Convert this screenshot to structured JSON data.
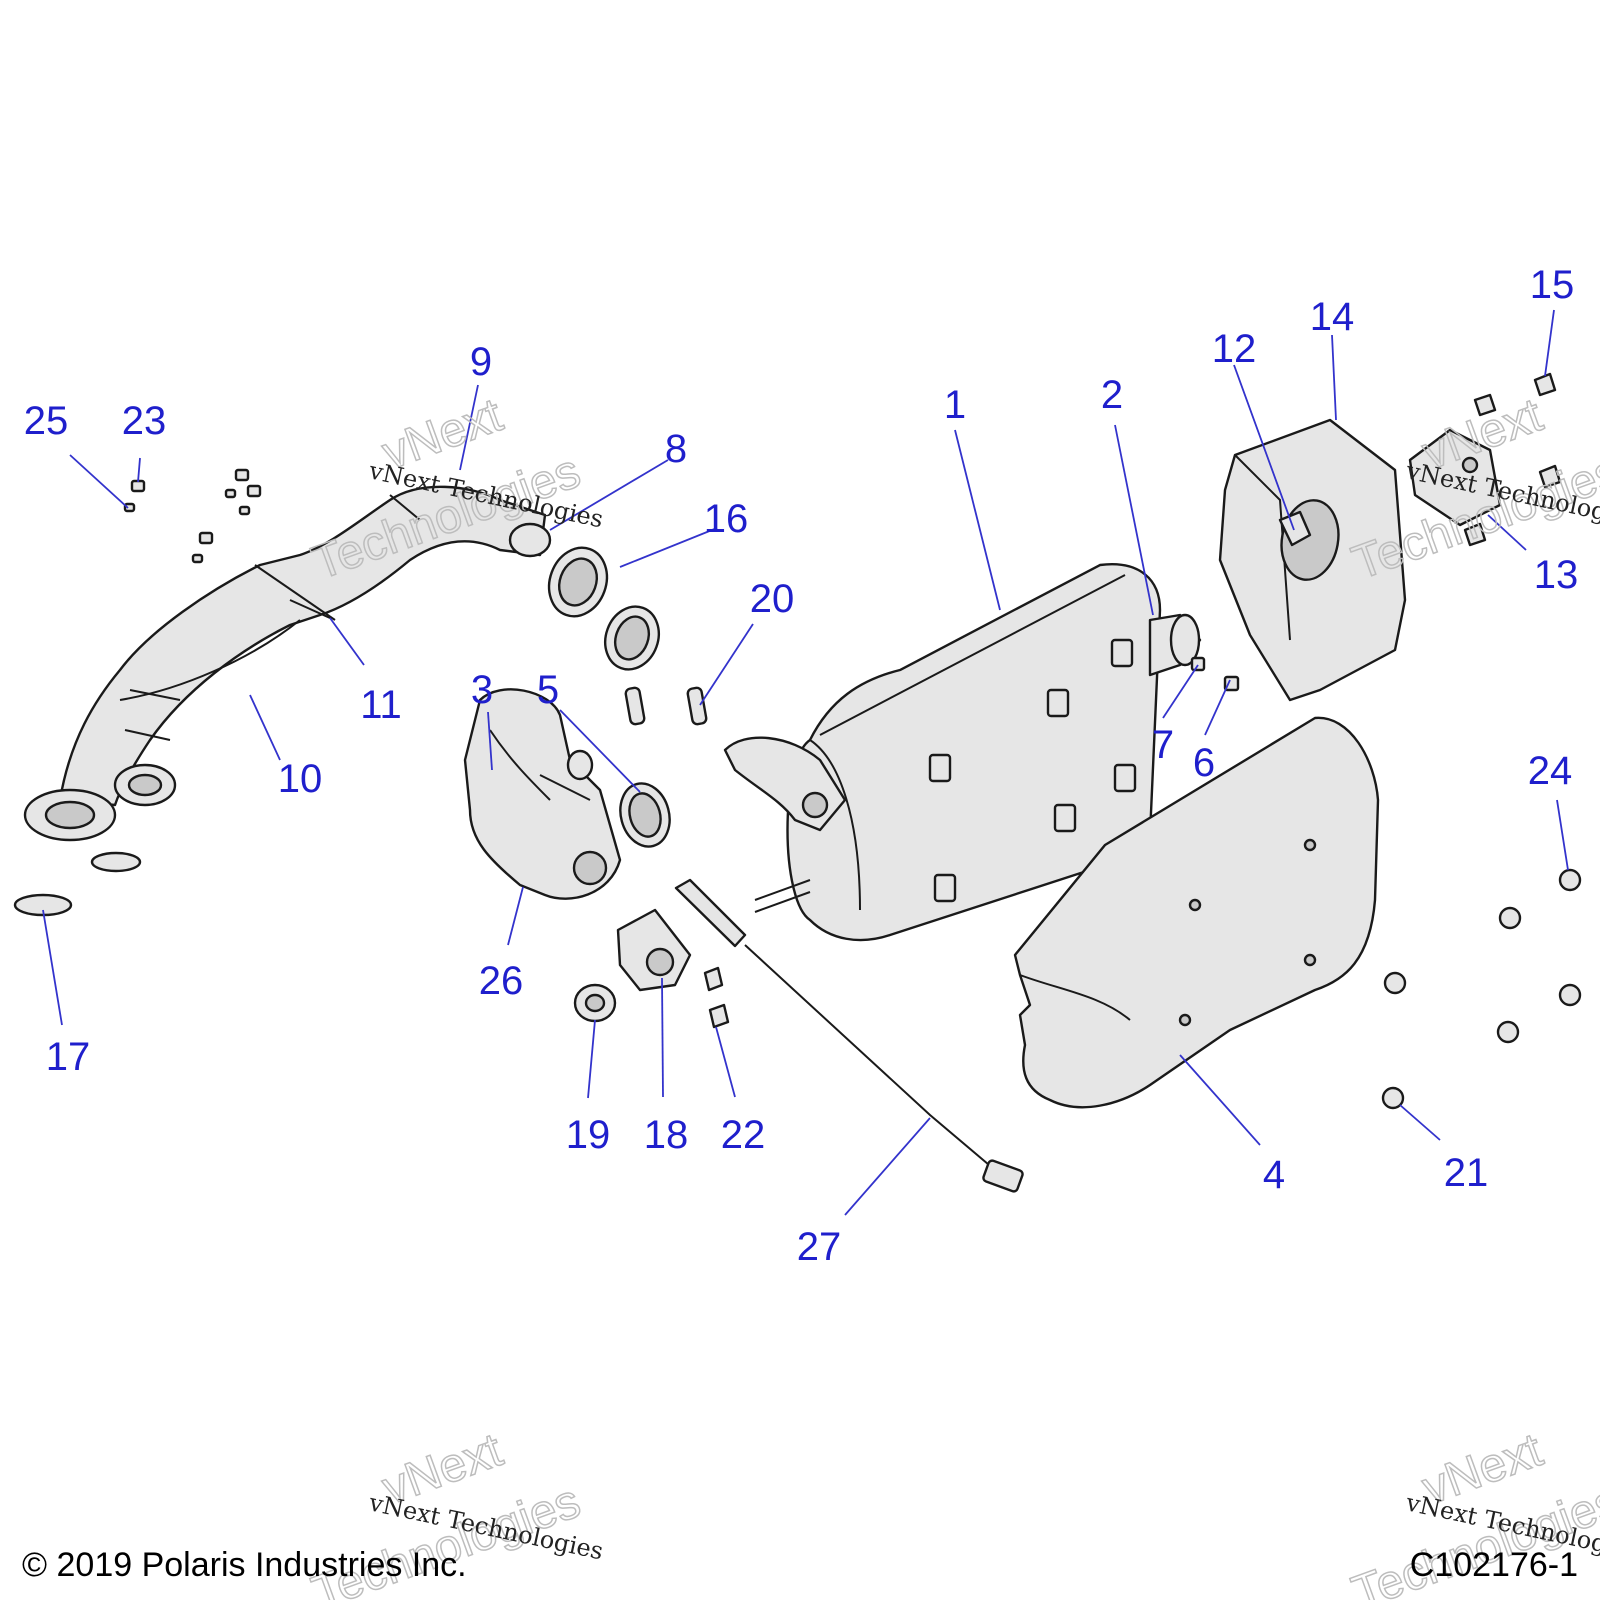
{
  "diagram": {
    "callouts": [
      "1",
      "2",
      "3",
      "4",
      "5",
      "6",
      "7",
      "8",
      "9",
      "10",
      "11",
      "12",
      "13",
      "14",
      "15",
      "16",
      "17",
      "18",
      "19",
      "20",
      "21",
      "22",
      "23",
      "24",
      "25",
      "26",
      "27"
    ]
  },
  "watermark": {
    "serif_text": "vNext Technologies",
    "outline_word_1": "vNext",
    "outline_word_2": "Technologies"
  },
  "footer": {
    "copyright": "© 2019 Polaris Industries Inc.",
    "figure_id": "C102176-1"
  },
  "colors": {
    "callout": "#1f1fcc",
    "leader": "#3333cc",
    "part_fill": "#e6e6e6",
    "outline": "#1a1a1a"
  }
}
